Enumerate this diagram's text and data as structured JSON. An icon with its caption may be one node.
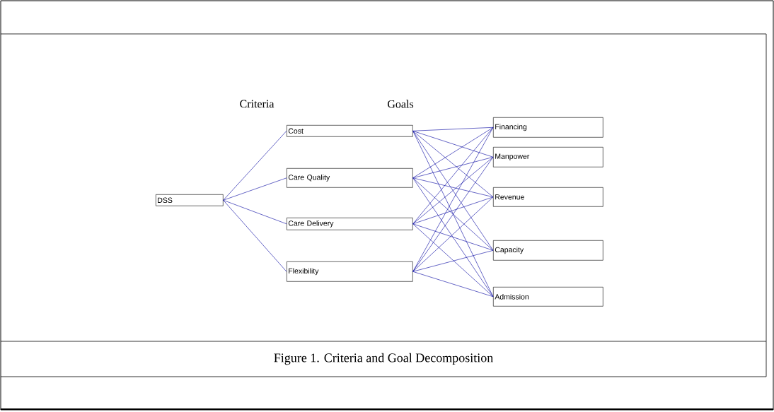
{
  "diagram": {
    "caption": "Figure 1. Criteria and Goal Decomposition",
    "nodes": [
      {
        "text": [
          "DSS"
        ]
      },
      {
        "text": [
          "Cost"
        ]
      },
      {
        "text": [
          "Care Quality"
        ]
      },
      {
        "text": [
          "Care Delivery"
        ]
      },
      {
        "text": [
          "Flexibility"
        ]
      },
      {
        "text": [
          "Financing"
        ]
      },
      {
        "text": [
          "Manpower"
        ]
      },
      {
        "text": [
          "Revenue"
        ]
      },
      {
        "text": [
          "Capacity"
        ]
      },
      {
        "text": [
          "Admission"
        ]
      }
    ],
    "edges": [
      {
        "from": 0,
        "to": 1,
        "arrow": "none"
      },
      {
        "from": 0,
        "to": 2,
        "arrow": "none"
      },
      {
        "from": 0,
        "to": 3,
        "arrow": "none"
      },
      {
        "from": 0,
        "to": 4,
        "arrow": "none"
      },
      {
        "from": 1,
        "to": 5,
        "arrow": "none"
      },
      {
        "from": 1,
        "to": 6,
        "arrow": "none"
      },
      {
        "from": 1,
        "to": 7,
        "arrow": "none"
      },
      {
        "from": 1,
        "to": 8,
        "arrow": "none"
      },
      {
        "from": 1,
        "to": 9,
        "arrow": "none"
      },
      {
        "from": 2,
        "to": 5,
        "arrow": "none"
      },
      {
        "from": 2,
        "to": 6,
        "arrow": "none"
      },
      {
        "from": 2,
        "to": 7,
        "arrow": "none"
      },
      {
        "from": 2,
        "to": 8,
        "arrow": "none"
      },
      {
        "from": 2,
        "to": 9,
        "arrow": "none"
      },
      {
        "from": 3,
        "to": 5,
        "arrow": "none"
      },
      {
        "from": 3,
        "to": 6,
        "arrow": "none"
      },
      {
        "from": 3,
        "to": 7,
        "arrow": "none"
      },
      {
        "from": 3,
        "to": 8,
        "arrow": "none"
      },
      {
        "from": 3,
        "to": 9,
        "arrow": "none"
      },
      {
        "from": 4,
        "to": 5,
        "arrow": "none"
      },
      {
        "from": 4,
        "to": 6,
        "arrow": "none"
      },
      {
        "from": 4,
        "to": 7,
        "arrow": "none"
      },
      {
        "from": 4,
        "to": 8,
        "arrow": "none"
      },
      {
        "from": 4,
        "to": 9,
        "arrow": "none"
      }
    ],
    "labels": [
      "Criteria",
      "Goals"
    ]
  }
}
